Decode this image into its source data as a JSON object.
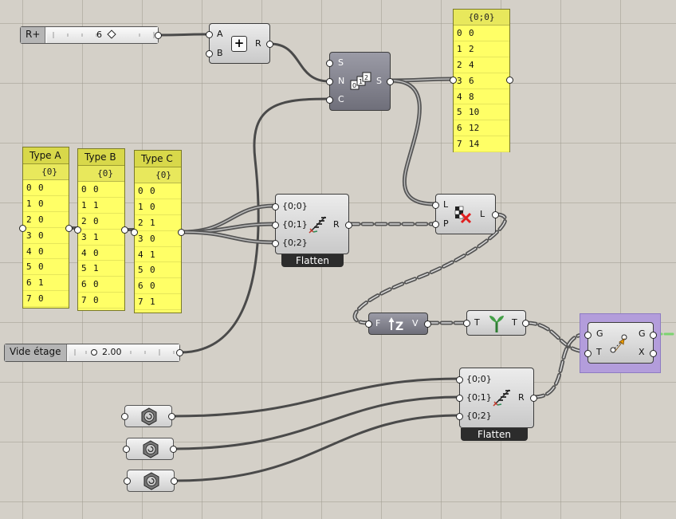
{
  "colors": {
    "canvas": "#d4d0c8",
    "panel": "#ffff66",
    "wire": "#4a4a4a",
    "selected": "#b39ddb"
  },
  "slider_r": {
    "label": "R+",
    "value": "6"
  },
  "slider_vide": {
    "label": "Vide étage",
    "value": "2.00"
  },
  "addition": {
    "input_a": "A",
    "input_b": "B",
    "output": "R",
    "icon": "plus-icon"
  },
  "series": {
    "input_s": "S",
    "input_n": "N",
    "input_c": "C",
    "output": "S",
    "icon": "series-icon"
  },
  "output_panel": {
    "header": "{0;0}",
    "rows": [
      {
        "index": "0",
        "value": "0"
      },
      {
        "index": "1",
        "value": "2"
      },
      {
        "index": "2",
        "value": "4"
      },
      {
        "index": "3",
        "value": "6"
      },
      {
        "index": "4",
        "value": "8"
      },
      {
        "index": "5",
        "value": "10"
      },
      {
        "index": "6",
        "value": "12"
      },
      {
        "index": "7",
        "value": "14"
      }
    ]
  },
  "panels": [
    {
      "title": "Type A",
      "header": "{0}",
      "rows": [
        {
          "index": "0",
          "value": "0"
        },
        {
          "index": "1",
          "value": "0"
        },
        {
          "index": "2",
          "value": "0"
        },
        {
          "index": "3",
          "value": "0"
        },
        {
          "index": "4",
          "value": "0"
        },
        {
          "index": "5",
          "value": "0"
        },
        {
          "index": "6",
          "value": "1"
        },
        {
          "index": "7",
          "value": "0"
        }
      ]
    },
    {
      "title": "Type B",
      "header": "{0}",
      "rows": [
        {
          "index": "0",
          "value": "0"
        },
        {
          "index": "1",
          "value": "1"
        },
        {
          "index": "2",
          "value": "0"
        },
        {
          "index": "3",
          "value": "1"
        },
        {
          "index": "4",
          "value": "0"
        },
        {
          "index": "5",
          "value": "1"
        },
        {
          "index": "6",
          "value": "0"
        },
        {
          "index": "7",
          "value": "0"
        }
      ]
    },
    {
      "title": "Type C",
      "header": "{0}",
      "rows": [
        {
          "index": "0",
          "value": "0"
        },
        {
          "index": "1",
          "value": "0"
        },
        {
          "index": "2",
          "value": "1"
        },
        {
          "index": "3",
          "value": "0"
        },
        {
          "index": "4",
          "value": "1"
        },
        {
          "index": "5",
          "value": "0"
        },
        {
          "index": "6",
          "value": "0"
        },
        {
          "index": "7",
          "value": "1"
        }
      ]
    }
  ],
  "flatten_1": {
    "inputs": [
      "{0;0}",
      "{0;1}",
      "{0;2}"
    ],
    "output": "R",
    "label": "Flatten"
  },
  "flatten_2": {
    "inputs": [
      "{0;0}",
      "{0;1}",
      "{0;2}"
    ],
    "output": "R",
    "label": "Flatten"
  },
  "cull": {
    "input_l": "L",
    "input_p": "P",
    "output": "L",
    "icon": "cull-pattern-icon"
  },
  "move_z": {
    "input": "F",
    "output": "V",
    "icon": "unit-z-icon"
  },
  "graft": {
    "input": "T",
    "output": "T",
    "icon": "graft-tree-icon"
  },
  "move": {
    "input_g": "G",
    "input_t": "T",
    "output_g": "G",
    "output_x": "X",
    "icon": "move-arrow-icon"
  },
  "geometry_params": [
    {
      "icon": "geometry-hexagon-icon"
    },
    {
      "icon": "geometry-hexagon-icon"
    },
    {
      "icon": "geometry-hexagon-icon"
    }
  ]
}
